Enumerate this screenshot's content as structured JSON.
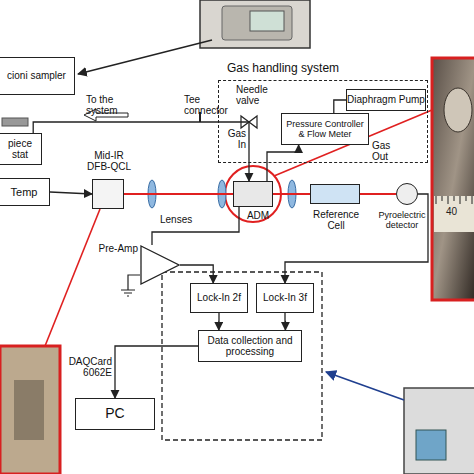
{
  "diagram": {
    "nodes": [
      {
        "text": [
          "cioni sampler"
        ]
      },
      {
        "text": [
          "Gas handling system"
        ]
      },
      {
        "text": [
          "Diaphragm Pump"
        ],
        "in": 1
      },
      {
        "text": [
          "Pressure Controller & Flow Meter"
        ],
        "in": 1
      },
      {
        "text": [
          "piece stat"
        ]
      },
      {
        "text": [
          "Temp"
        ]
      },
      {
        "text": [
          "Mid-IR DFB-QCL"
        ]
      },
      {
        "text": [
          "ADM"
        ]
      },
      {
        "text": [
          "Reference Cell"
        ]
      },
      {
        "text": [
          "Pyroelectric detector"
        ]
      },
      {
        "text": [
          "Pre-Amp"
        ]
      },
      {
        "text": [
          "Lock-In 2f"
        ]
      },
      {
        "text": [
          "Lock-In 3f"
        ]
      },
      {
        "text": [
          "Data collection and processing"
        ]
      },
      {
        "text": [
          "PC"
        ]
      }
    ],
    "edges": [
      {
        "from": 4,
        "to": 7,
        "arrow": "to"
      },
      {
        "from": 7,
        "to": 3,
        "arrow": "to"
      },
      {
        "from": 3,
        "to": 2,
        "arrow": "none"
      },
      {
        "from": 5,
        "to": 6,
        "arrow": "to"
      },
      {
        "from": 6,
        "to": 7,
        "arrow": "none"
      },
      {
        "from": 7,
        "to": 8,
        "arrow": "none"
      },
      {
        "from": 8,
        "to": 9,
        "arrow": "none"
      },
      {
        "from": 7,
        "to": 10,
        "arrow": "none"
      },
      {
        "from": 10,
        "to": 11,
        "arrow": "to"
      },
      {
        "from": 9,
        "to": 12,
        "arrow": "to"
      },
      {
        "from": 11,
        "to": 13,
        "arrow": "to"
      },
      {
        "from": 12,
        "to": 13,
        "arrow": "to"
      },
      {
        "from": 13,
        "to": 14,
        "label": "DAQCard 6062E",
        "arrow": "to"
      }
    ],
    "labels": [
      "To the system",
      "Tee connector",
      "Needle valve",
      "Gas In",
      "Gas Out",
      "Lenses",
      "40"
    ]
  }
}
